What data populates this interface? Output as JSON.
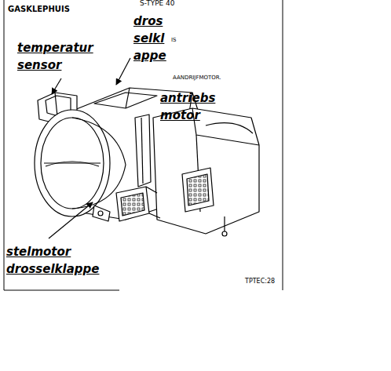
{
  "diagram": {
    "title": "GASKLEPHUIS",
    "labels": [
      "S-TYPE 40",
      "temperatur sensor",
      "dros selkl appe",
      "IS",
      "AANDRIJFMOTOR.",
      "antriebs motor",
      "stelmotor drosselklappe",
      "TPTEC:28"
    ]
  }
}
